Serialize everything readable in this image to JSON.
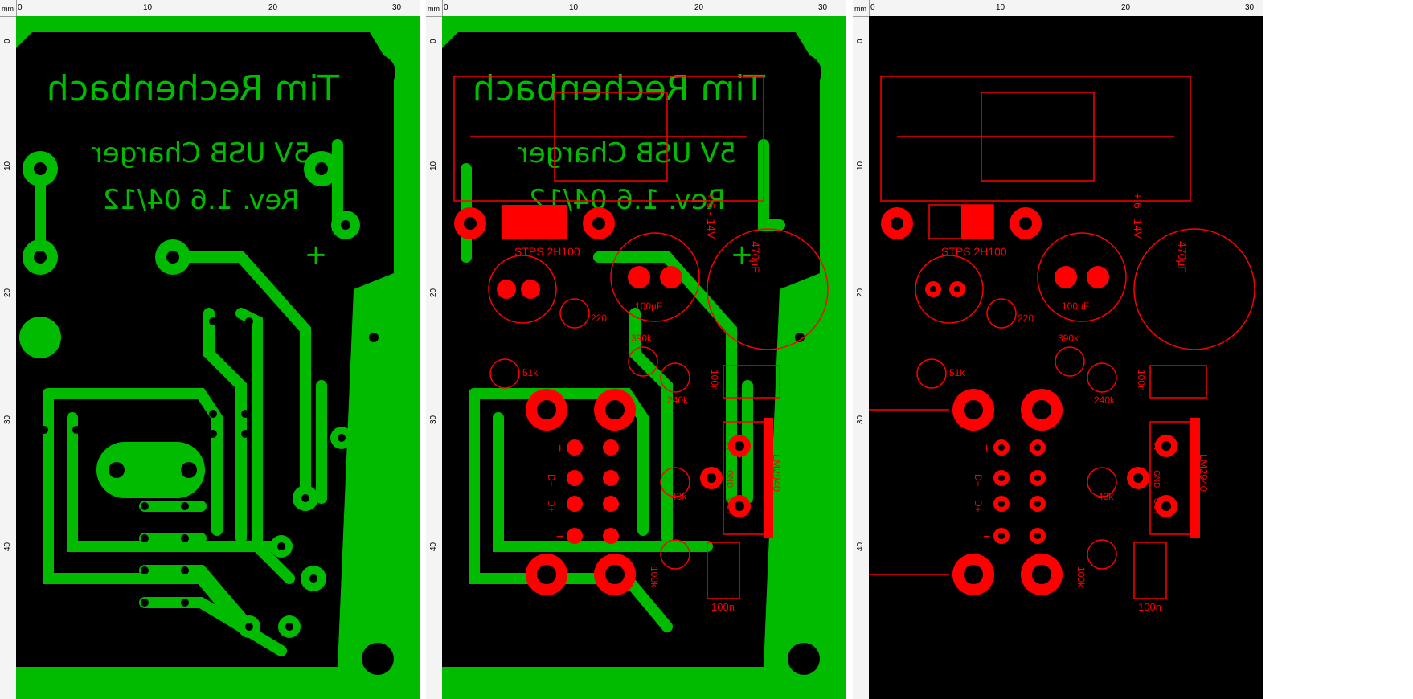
{
  "ruler": {
    "unit": "mm",
    "ticks": [
      "0",
      "10",
      "20",
      "30"
    ],
    "vticks": [
      "0",
      "10",
      "20",
      "30",
      "40"
    ]
  },
  "copper_text": {
    "line1": "Tim Rechenbach",
    "line2": "5V USB Charger",
    "line3": "Rev. 1.6   04/12",
    "plus": "+",
    "bar": "I"
  },
  "silkscreen": {
    "diode": "STPS 2H100",
    "voltage": "+ 6 - 14V",
    "cap_big": "470µF",
    "cap_small": "100µF",
    "r220": "220",
    "r390k": "390k",
    "r51k": "51k",
    "r240k": "240k",
    "c100n_a": "100n",
    "c100n_b": "100n",
    "r43k": "43k",
    "r100k": "100k",
    "ic": "LM2940",
    "pin_in": "IN",
    "pin_gnd": "GND",
    "pin_out": "OUT",
    "usb_plus": "+",
    "usb_dminus": "D−",
    "usb_dplus": "D+",
    "usb_minus": "−"
  },
  "colors": {
    "copper": "#00bb00",
    "background": "#000000",
    "silk": "#ff0000"
  }
}
